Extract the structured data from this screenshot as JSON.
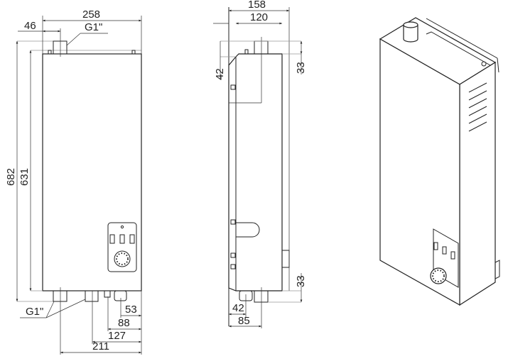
{
  "front_view": {
    "dim_width_total": "258",
    "dim_pipe_offset": "46",
    "thread_top": "G1\"",
    "dim_height_total": "682",
    "dim_height_body": "631",
    "thread_bottom": "G1\"",
    "dim_53": "53",
    "dim_88": "88",
    "dim_127": "127",
    "dim_211": "211"
  },
  "side_view": {
    "dim_depth_total": "158",
    "dim_depth_pipe": "120",
    "dim_42_top": "42",
    "dim_33_top": "33",
    "dim_33_bottom": "33",
    "dim_42_bottom": "42",
    "dim_85": "85"
  }
}
